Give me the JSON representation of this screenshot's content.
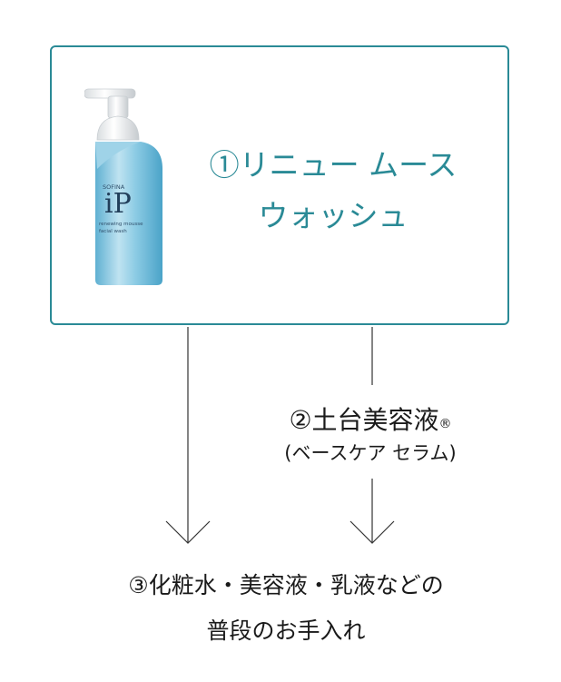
{
  "step1": {
    "line1": "①リニュー ムース",
    "line2": "ウォッシュ",
    "bottle": {
      "brand": "SOFINA",
      "logo": "iP",
      "product_line1": "renewing mousse",
      "product_line2": "facial wash"
    }
  },
  "step2": {
    "title": "②土台美容液",
    "mark": "®",
    "subtitle": "(ベースケア セラム)"
  },
  "step3": {
    "line1": "③化粧水・美容液・乳液などの",
    "line2": "普段のお手入れ"
  },
  "colors": {
    "accent": "#2a8a96",
    "text": "#1a1a1a",
    "line": "#333333",
    "bottle_blue": "#74bfdc"
  }
}
